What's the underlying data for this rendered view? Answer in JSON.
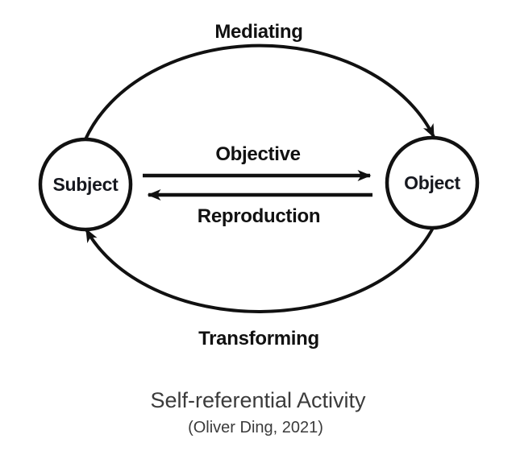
{
  "diagram": {
    "nodes": [
      {
        "id": "subject",
        "label": "Subject"
      },
      {
        "id": "object",
        "label": "Object"
      }
    ],
    "edges": [
      {
        "id": "mediating",
        "label": "Mediating",
        "from": "subject",
        "to": "object",
        "style": "curved-top",
        "arrow": "into-object-top"
      },
      {
        "id": "objective",
        "label": "Objective",
        "from": "subject",
        "to": "object",
        "style": "straight-right",
        "arrow": "right"
      },
      {
        "id": "reproduction",
        "label": "Reproduction",
        "from": "object",
        "to": "subject",
        "style": "straight-left",
        "arrow": "left"
      },
      {
        "id": "transforming",
        "label": "Transforming",
        "from": "object",
        "to": "subject",
        "style": "curved-bottom",
        "arrow": "into-subject-bottom"
      }
    ],
    "caption": {
      "title": "Self-referential Activity",
      "attribution": "(Oliver Ding, 2021)"
    },
    "colors": {
      "stroke": "#111111",
      "node_fill": "#ffffff",
      "edge_label": "#111111",
      "node_label": "#16181f",
      "caption_text": "#3b3b3b",
      "background": "#ffffff"
    }
  }
}
